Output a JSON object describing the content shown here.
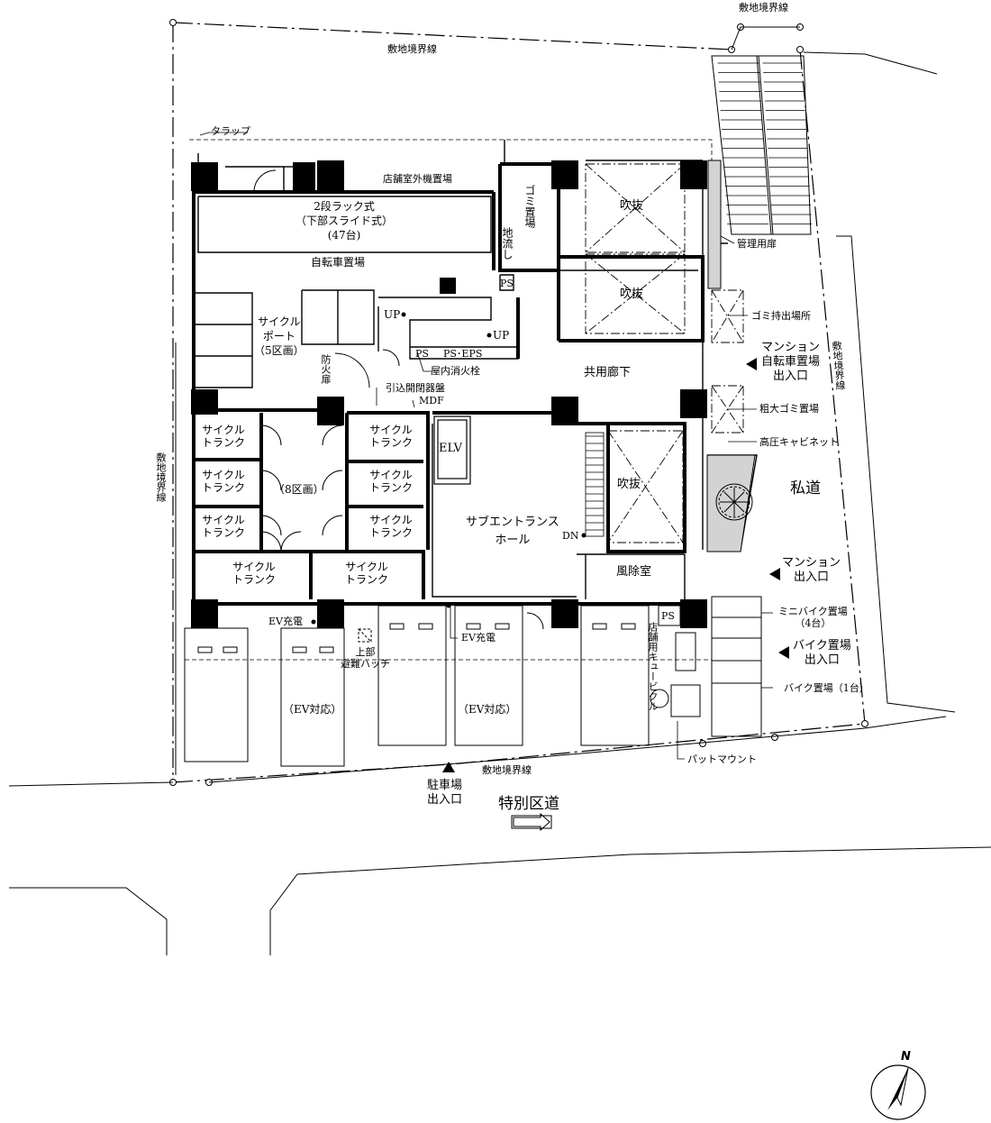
{
  "labels": {
    "boundary_top": "敷地境界線",
    "boundary_top_right": "敷地境界線",
    "boundary_left": "敷地境界線",
    "boundary_right": "敷地境界線",
    "boundary_bottom": "敷地境界線",
    "trap": "タラップ",
    "outdoor_unit": "店舗室外機置場",
    "rack": "2段ラック式\n（下部スライド式）\n(47台)",
    "bicycle_parking": "自転車置場",
    "garbage": "ゴミ置場",
    "floor_drain": "地流し",
    "atrium_1": "吹抜",
    "atrium_2": "吹抜",
    "atrium_3": "吹抜",
    "management_door": "管理用扉",
    "ps_1": "PS",
    "ps_2": "PS",
    "ps_3": "PS",
    "ps_eps": "PS･EPS",
    "up_1": "UP",
    "up_2": "UP",
    "dn": "DN",
    "cycle_port": "サイクル\nポート\n（5区画）",
    "fire_door": "防火扉",
    "hydrant": "屋内消火栓",
    "common_corridor": "共用廊下",
    "garbage_pickup": "ゴミ持出場所",
    "mansion_bike_entrance": "マンション\n自転車置場\n出入口",
    "incoming_panel": "引込開閉器盤",
    "mdf": "MDF",
    "bulky_garbage": "粗大ゴミ置場",
    "hv_cabinet": "高圧キャビネット",
    "private_road": "私道",
    "elv": "ELV",
    "sub_entrance": "サブエントランス\nホール",
    "cycle_trunk": "サイクル\nトランク",
    "eight_units": "（8区画）",
    "vestibule": "風除室",
    "mansion_entrance": "マンション\n出入口",
    "mini_bike": "ミニバイク置場\n（4台）",
    "bike_entrance": "バイク置場\n出入口",
    "bike_one": "バイク置場（1台）",
    "ev_charge_1": "EV充電",
    "ev_charge_2": "EV充電",
    "ev_ready_1": "（EV対応）",
    "ev_ready_2": "（EV対応）",
    "hatch": "上部\n避難ハッチ",
    "shop_cubicle": "店舗用キュービクル",
    "pad_mount": "パットマウント",
    "parking_entrance": "駐車場\n出入口",
    "special_ward_road": "特別区道",
    "north": "N"
  },
  "colors": {
    "line": "#000000",
    "hatch_fill": "#d3d3d3"
  }
}
